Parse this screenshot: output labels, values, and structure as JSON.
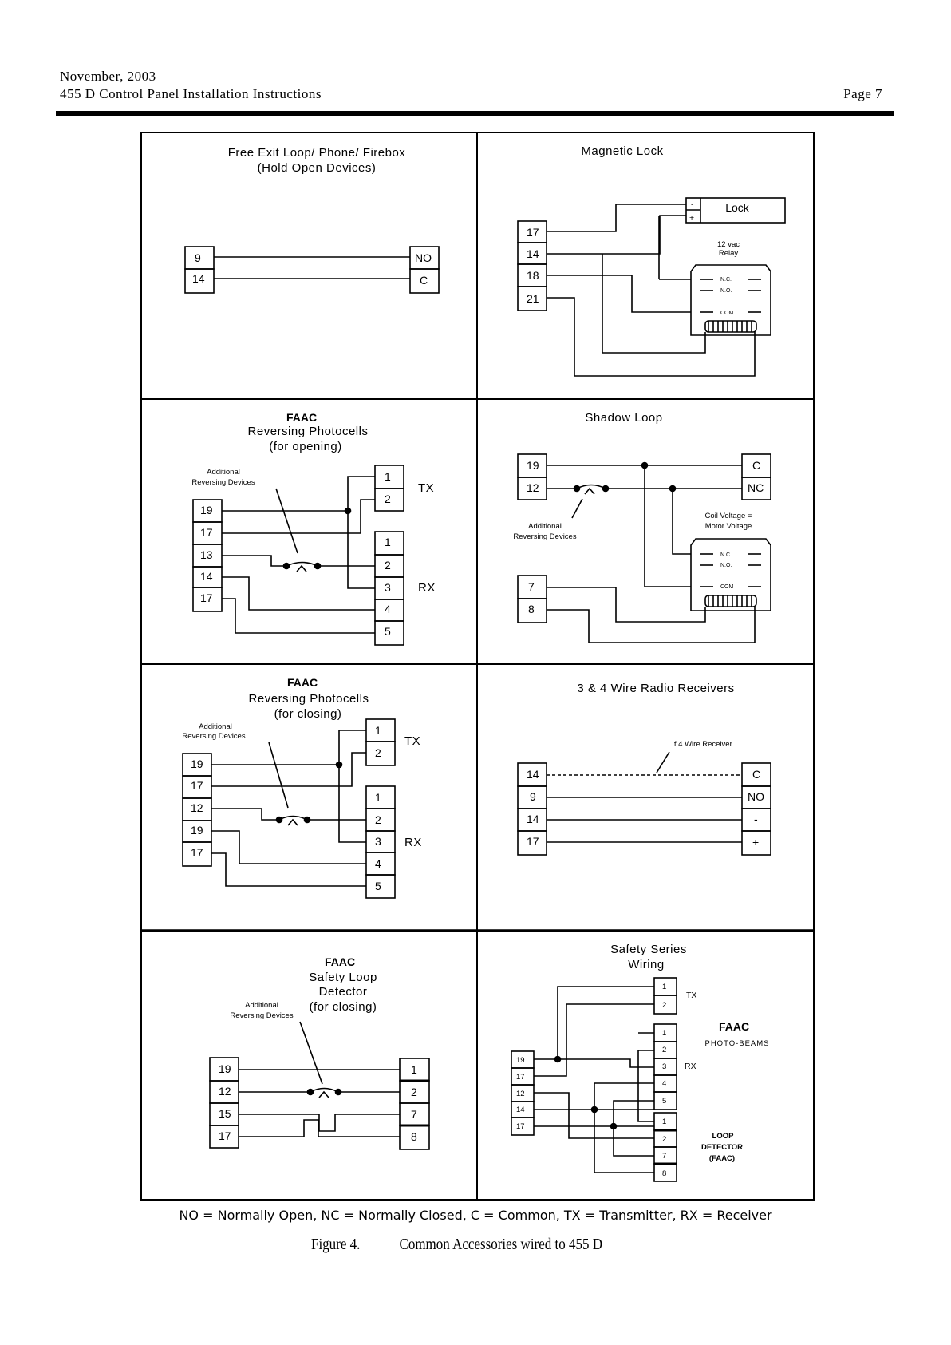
{
  "header": {
    "date": "November, 2003",
    "doc_title": "455 D Control Panel Installation Instructions",
    "page": "Page 7"
  },
  "panels": {
    "free_exit": {
      "title1": "Free Exit Loop/ Phone/ Firebox",
      "title2": "(Hold Open Devices)",
      "left_terms": [
        "9",
        "14"
      ],
      "right_terms": [
        "NO",
        "C"
      ]
    },
    "mag_lock": {
      "title": "Magnetic Lock",
      "terms": [
        "17",
        "14",
        "18",
        "21"
      ],
      "lock": "Lock",
      "minus": "-",
      "plus": "+",
      "relay1": "12 vac",
      "relay2": "Relay",
      "nc": "N.C.",
      "no": "N.O.",
      "com": "COM"
    },
    "photo_open": {
      "brand": "FAAC",
      "title1": "Reversing Photocells",
      "title2": "(for opening)",
      "add1": "Additional",
      "add2": "Reversing Devices",
      "left_terms": [
        "19",
        "17",
        "13",
        "14",
        "17"
      ],
      "tx_terms": [
        "1",
        "2"
      ],
      "rx_terms": [
        "1",
        "2",
        "3",
        "4",
        "5"
      ],
      "tx": "TX",
      "rx": "RX"
    },
    "shadow": {
      "title": "Shadow Loop",
      "left_terms": [
        "19",
        "12",
        "7",
        "8"
      ],
      "right_terms": [
        "C",
        "NC"
      ],
      "add1": "Additional",
      "add2": "Reversing Devices",
      "coil1": "Coil Voltage =",
      "coil2": "Motor Voltage",
      "nc": "N.C.",
      "no": "N.O.",
      "com": "COM"
    },
    "photo_close": {
      "brand": "FAAC",
      "title1": "Reversing Photocells",
      "title2": "(for closing)",
      "add1": "Additional",
      "add2": "Reversing Devices",
      "left_terms": [
        "19",
        "17",
        "12",
        "19",
        "17"
      ],
      "tx_terms": [
        "1",
        "2"
      ],
      "rx_terms": [
        "1",
        "2",
        "3",
        "4",
        "5"
      ],
      "tx": "TX",
      "rx": "RX"
    },
    "radio": {
      "title": "3 & 4 Wire Radio Receivers",
      "note": "If 4 Wire Receiver",
      "left_terms": [
        "14",
        "9",
        "14",
        "17"
      ],
      "right_terms": [
        "C",
        "NO",
        "-",
        "+"
      ]
    },
    "safety_loop": {
      "brand": "FAAC",
      "title1": "Safety Loop",
      "title2": "Detector",
      "title3": "(for closing)",
      "add1": "Additional",
      "add2": "Reversing Devices",
      "left_terms": [
        "19",
        "12",
        "15",
        "17"
      ],
      "right_terms": [
        "1",
        "2",
        "7",
        "8"
      ]
    },
    "safety_series": {
      "title1": "Safety Series",
      "title2": "Wiring",
      "left_terms": [
        "19",
        "17",
        "12",
        "14",
        "17"
      ],
      "tx_terms": [
        "1",
        "2"
      ],
      "rx_terms": [
        "1",
        "2",
        "3",
        "4",
        "5"
      ],
      "loop_terms": [
        "1",
        "2",
        "7",
        "8"
      ],
      "tx": "TX",
      "rx": "RX",
      "brand": "FAAC",
      "beams": "PHOTO-BEAMS",
      "loop1": "LOOP",
      "loop2": "DETECTOR",
      "loop3": "(FAAC)"
    }
  },
  "legend": "NO = Normally Open,  NC = Normally Closed,  C = Common,  TX = Transmitter,  RX = Receiver",
  "caption": {
    "label": "Figure 4.",
    "text": "Common Accessories wired to 455 D"
  }
}
